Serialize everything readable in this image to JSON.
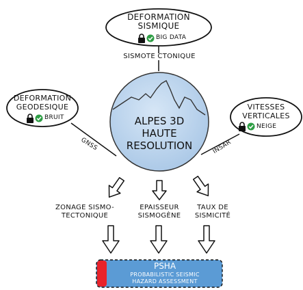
{
  "center": {
    "line1": "ALPES 3D",
    "line2": "HAUTE",
    "line3": "RESOLUTION"
  },
  "top_bubble": {
    "line1": "Deformation",
    "line2": "sismique",
    "tag": "BIG DATA"
  },
  "left_bubble": {
    "line1": "Deformation",
    "line2": "geodesique",
    "tag": "bruit"
  },
  "right_bubble": {
    "line1": "vitesses",
    "line2": "verticales",
    "tag": "neige"
  },
  "connectors": {
    "top": "SISMOTE CTONIQUE",
    "left": "GNSS",
    "right": "INSAR"
  },
  "outputs": {
    "left_l1": "zonage sismo-",
    "left_l2": "tectonique",
    "mid_l1": "Epaisseur",
    "mid_l2": "sismogène",
    "right_l1": "Taux de",
    "right_l2": "sismicité"
  },
  "final_box": {
    "title": "PSHA",
    "subtitle1": "Probabilistic seismic",
    "subtitle2": "Hazard Assessment"
  },
  "colors": {
    "sphere": "#b9d3ec",
    "box": "#5b9bd5",
    "red_accent": "#e8232a",
    "check_green": "#2e9e45"
  },
  "icons": [
    "lock-icon",
    "check-icon",
    "arrow-down-icon"
  ]
}
